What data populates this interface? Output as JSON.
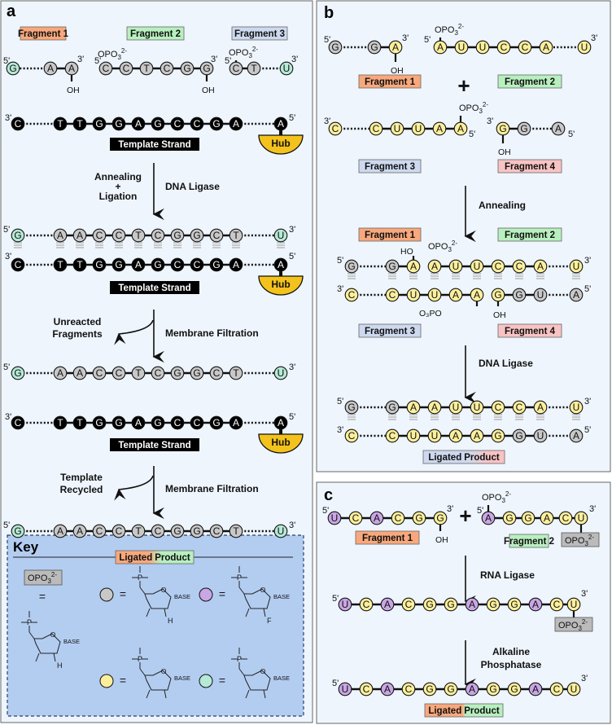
{
  "colors": {
    "gray": "#c8c8c8",
    "yellow": "#fcef9c",
    "purple": "#c9a6e4",
    "teal": "#b6e9d6",
    "black": "#000000",
    "hub": "#f4c21c",
    "frag1": "#f8a87c",
    "frag2": "#b8efbf",
    "frag3": "#cdd9ee",
    "frag4": "#f8c3c3",
    "panel": "#eef5fd",
    "key_bg": "#b3cdf1"
  },
  "panel_a": {
    "letter": "a",
    "fragment1": "Fragment 1",
    "fragment2": "Fragment 2",
    "fragment3": "Fragment 3",
    "frag1_seq": [
      "G",
      "A",
      "A"
    ],
    "frag2_seq": [
      "C",
      "C",
      "T",
      "C",
      "G",
      "G"
    ],
    "frag3_seq": [
      "C",
      "T",
      "U"
    ],
    "template_seq": [
      "C",
      "T",
      "T",
      "G",
      "G",
      "A",
      "G",
      "C",
      "C",
      "G",
      "A",
      "A"
    ],
    "duplex_top": [
      "G",
      "A",
      "A",
      "C",
      "C",
      "T",
      "C",
      "G",
      "G",
      "C",
      "T",
      "U"
    ],
    "five": "5'",
    "three": "3'",
    "oh": "OH",
    "opo3": "OPO",
    "sub3": "3",
    "sup2": "2-",
    "template_strand": "Template Strand",
    "hub": "Hub",
    "annealing": "Annealing",
    "plus": "+",
    "ligation": "Ligation",
    "dna_ligase": "DNA Ligase",
    "unreacted": "Unreacted",
    "fragments": "Fragments",
    "membrane_filtration": "Membrane Filtration",
    "template": "Template",
    "recycled": "Recycled",
    "ligated": "Ligated",
    "product": "Product"
  },
  "key": {
    "title": "Key",
    "opo3": "OPO",
    "eq": "=",
    "base": "BASE",
    "h": "H",
    "f": "F",
    "o": "O",
    "o_minus": "O⁻",
    "p": "P"
  },
  "panel_b": {
    "letter": "b",
    "frag1_seq": [
      "G",
      "G",
      "A"
    ],
    "frag2_seq": [
      "A",
      "U",
      "U",
      "C",
      "C",
      "A",
      "U"
    ],
    "frag3_seq": [
      "C",
      "C",
      "U",
      "U",
      "A",
      "A"
    ],
    "frag4_seq": [
      "G",
      "G",
      "U",
      "A"
    ],
    "top_seq": [
      "G",
      "G",
      "A",
      "A",
      "U",
      "U",
      "C",
      "C",
      "A",
      "U"
    ],
    "bottom_seq": [
      "C",
      "C",
      "U",
      "U",
      "A",
      "A",
      "G",
      "G",
      "U",
      "A"
    ],
    "fragment1": "Fragment 1",
    "fragment2": "Fragment 2",
    "fragment3": "Fragment 3",
    "fragment4": "Fragment 4",
    "annealing": "Annealing",
    "dna_ligase": "DNA Ligase",
    "ho": "HO",
    "oh": "OH",
    "o3po": "O₃PO",
    "ligated": "Ligated",
    "product": "Product"
  },
  "panel_c": {
    "letter": "c",
    "frag1_seq": [
      "U",
      "C",
      "A",
      "C",
      "G",
      "G"
    ],
    "frag2_seq": [
      "A",
      "G",
      "G",
      "A",
      "C",
      "U"
    ],
    "product_seq": [
      "U",
      "C",
      "A",
      "C",
      "G",
      "G",
      "A",
      "G",
      "G",
      "A",
      "C",
      "U"
    ],
    "fragment1": "Fragment 1",
    "fragment2": "Fragment 2",
    "rna_ligase": "RNA Ligase",
    "alkaline": "Alkaline",
    "phosphatase": "Phosphatase",
    "oh": "OH",
    "ligated": "Ligated",
    "product": "Product"
  }
}
